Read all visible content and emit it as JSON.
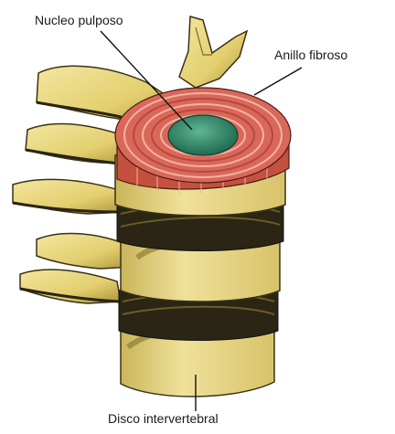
{
  "labels": {
    "nucleus": "Nucleo pulposo",
    "annulus": "Anillo fibroso",
    "disc": "Disco intervertebral"
  },
  "colors": {
    "bone": "#e9d77f",
    "bone_shadow": "#7a6a26",
    "bone_dark": "#2a2514",
    "annulus": "#d9685a",
    "annulus_light": "#f2b3a2",
    "nucleus": "#2f8a6a",
    "disc_dark": "#1c1a16",
    "leader": "#111111"
  }
}
